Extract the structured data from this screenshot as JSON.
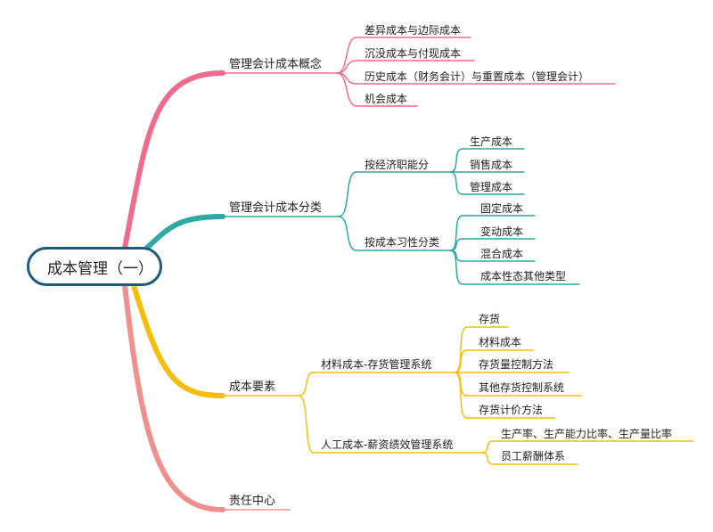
{
  "root": "成本管理（一）",
  "branches": [
    {
      "label": "管理会计成本概念",
      "color": "#f06c8c",
      "children": [
        {
          "label": "差异成本与边际成本"
        },
        {
          "label": "沉没成本与付现成本"
        },
        {
          "label": "历史成本（财务会计）与重置成本（管理会计）"
        },
        {
          "label": "机会成本"
        }
      ]
    },
    {
      "label": "管理会计成本分类",
      "color": "#2ea9a2",
      "children": [
        {
          "label": "按经济职能分",
          "children": [
            {
              "label": "生产成本"
            },
            {
              "label": "销售成本"
            },
            {
              "label": "管理成本"
            }
          ]
        },
        {
          "label": "按成本习性分类",
          "children": [
            {
              "label": "固定成本"
            },
            {
              "label": "变动成本"
            },
            {
              "label": "混合成本"
            },
            {
              "label": "成本性态其他类型"
            }
          ]
        }
      ]
    },
    {
      "label": "成本要素",
      "color": "#f5be0b",
      "children": [
        {
          "label": "材料成本-存货管理系统",
          "children": [
            {
              "label": "存货"
            },
            {
              "label": "材料成本"
            },
            {
              "label": "存货量控制方法"
            },
            {
              "label": "其他存货控制系统"
            },
            {
              "label": "存货计价方法"
            }
          ]
        },
        {
          "label": "人工成本-薪资绩效管理系统",
          "children": [
            {
              "label": "生产率、生产能力比率、生产量比率"
            },
            {
              "label": "员工薪酬体系"
            }
          ]
        }
      ]
    },
    {
      "label": "责任中心",
      "color": "#f0908e",
      "children": []
    }
  ]
}
